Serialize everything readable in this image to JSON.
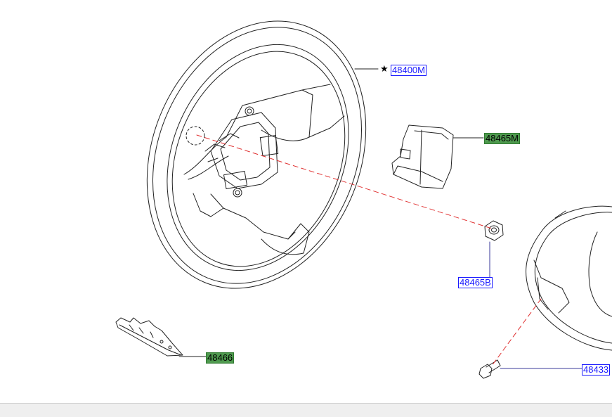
{
  "colors": {
    "link_blue": "#1a1aff",
    "highlight_green": "#4f9a4f",
    "leader_red": "#e03030",
    "line": "#222222"
  },
  "star_symbol": "★",
  "callouts": [
    {
      "id": "48400M",
      "label": "48400M",
      "style": "blue",
      "starred": true
    },
    {
      "id": "48465M",
      "label": "48465M",
      "style": "green",
      "starred": false
    },
    {
      "id": "48465B",
      "label": "48465B",
      "style": "blue",
      "starred": false
    },
    {
      "id": "48466",
      "label": "48466",
      "style": "green",
      "starred": false
    },
    {
      "id": "48433",
      "label": "48433",
      "style": "blue",
      "starred": false
    }
  ]
}
